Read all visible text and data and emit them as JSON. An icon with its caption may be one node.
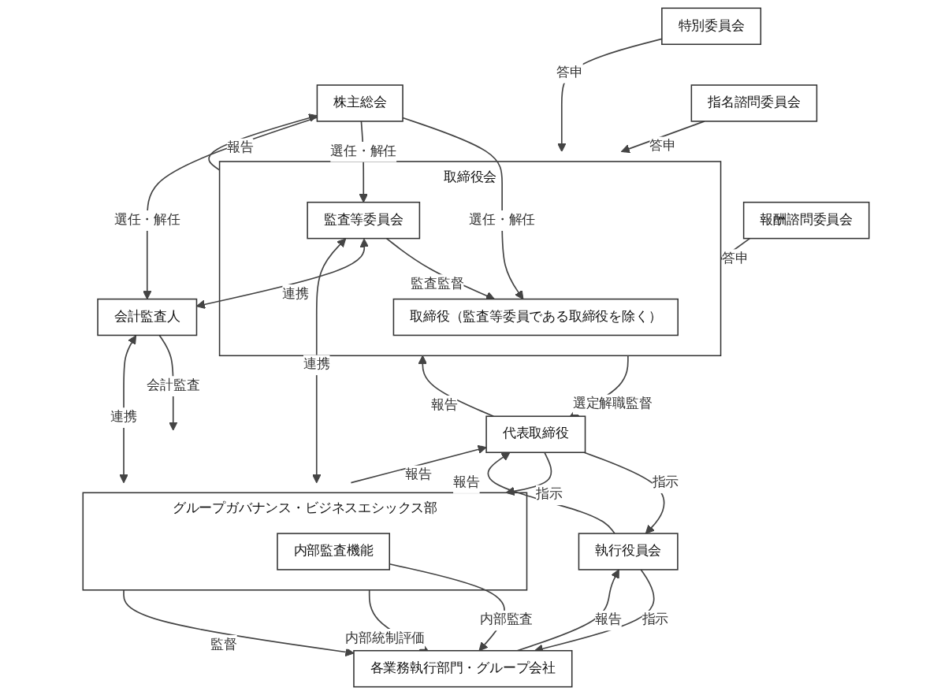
{
  "diagram": {
    "nodes": [
      {
        "text": [
          "株主総会"
        ]
      },
      {
        "text": [
          "取締役会"
        ]
      },
      {
        "text": [
          "取締役（監査等委員である取締役を除く）"
        ],
        "in": 1
      },
      {
        "text": [
          "監査等委員会"
        ],
        "in": 1
      },
      {
        "text": [
          "特別委員会"
        ]
      },
      {
        "text": [
          "指名諮問委員会"
        ]
      },
      {
        "text": [
          "報酬諮問委員会"
        ]
      },
      {
        "text": [
          "会計監査人"
        ]
      },
      {
        "text": [
          "代表取締役"
        ]
      },
      {
        "text": [
          "グループガバナンス・ビジネスエシックス部"
        ]
      },
      {
        "text": [
          "内部監査機能"
        ],
        "in": 9
      },
      {
        "text": [
          "執行役員会"
        ]
      },
      {
        "text": [
          "各業務執行部門・グループ会社"
        ]
      }
    ],
    "edges": [
      {
        "from": 0,
        "to": 2,
        "arrow": "to",
        "label": "選任・解任"
      },
      {
        "from": 1,
        "to": 0,
        "arrow": "to",
        "label": "報告"
      },
      {
        "from": 0,
        "to": 3,
        "arrow": "to",
        "label": "選任・解任"
      },
      {
        "from": 0,
        "to": 7,
        "arrow": "to",
        "label": "選任・解任"
      },
      {
        "from": 3,
        "to": 2,
        "arrow": "to",
        "label": "監査監督"
      },
      {
        "from": 3,
        "to": 7,
        "arrow": "both",
        "label": "連携"
      },
      {
        "from": 4,
        "to": 1,
        "arrow": "to",
        "label": "答申"
      },
      {
        "from": 5,
        "to": 1,
        "arrow": "to",
        "label": "答申"
      },
      {
        "from": 6,
        "to": 1,
        "arrow": "to",
        "label": "答申"
      },
      {
        "from": 1,
        "to": 8,
        "arrow": "to",
        "label": "選定解職監督"
      },
      {
        "from": 8,
        "to": 1,
        "arrow": "to",
        "label": "報告"
      },
      {
        "from": 3,
        "to": 9,
        "arrow": "both",
        "label": "連携"
      },
      {
        "from": 7,
        "to": 9,
        "arrow": "both",
        "label": "連携"
      },
      {
        "from": 7,
        "to": null,
        "arrow": "to",
        "label": "会計監査"
      },
      {
        "from": 8,
        "to": 9,
        "arrow": "to",
        "label": "指示"
      },
      {
        "from": 9,
        "to": 8,
        "arrow": "to",
        "label": "報告"
      },
      {
        "from": 8,
        "to": 11,
        "arrow": "to",
        "label": "指示"
      },
      {
        "from": 11,
        "to": 8,
        "arrow": "to",
        "label": "報告"
      },
      {
        "from": 11,
        "to": 12,
        "arrow": "to",
        "label": "指示"
      },
      {
        "from": 12,
        "to": 11,
        "arrow": "to",
        "label": "報告"
      },
      {
        "from": 10,
        "to": 12,
        "arrow": "to",
        "label": "内部監査"
      },
      {
        "from": 9,
        "to": 12,
        "arrow": "to",
        "label": "内部統制評価"
      },
      {
        "from": 9,
        "to": 12,
        "arrow": "to",
        "label": "監督"
      }
    ]
  }
}
